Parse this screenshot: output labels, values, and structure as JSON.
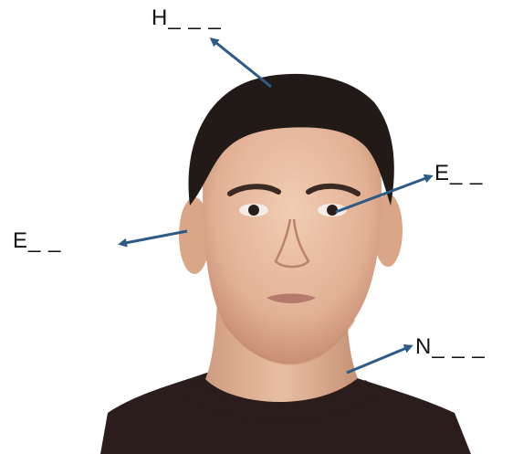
{
  "worksheet": {
    "labels": {
      "hair": "H_ _ _",
      "eye": "E_ _",
      "ear": "E_ _",
      "neck": "N_ _ _"
    }
  },
  "colors": {
    "arrow": "#2e5a86",
    "skin": "#e9c0a4",
    "hair": "#211a17",
    "shirt": "#2b1d1c",
    "background": "#ffffff"
  },
  "icons": {
    "photo": "face-photo",
    "arrow": "arrow-icon"
  }
}
